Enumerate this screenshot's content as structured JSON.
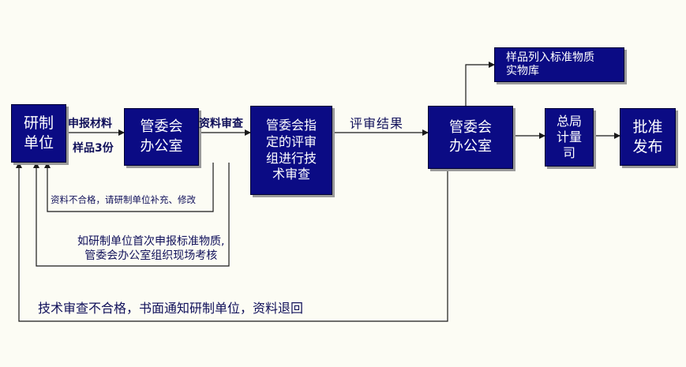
{
  "colors": {
    "box_fill": "#0b0b84",
    "box_text": "#ffffff",
    "line": "#1a1a1a",
    "label_text": "#10105a",
    "background": "#fcfcf4"
  },
  "nodes": {
    "research_unit": "研制\n单位",
    "committee_office_1": "管委会\n办公室",
    "review_group": "管委会指\n定的评审\n组进行技\n术审查",
    "committee_office_2": "管委会\n办公室",
    "bureau_dept": "总局\n计量\n司",
    "approve_publish": "批准\n发布",
    "reference_library": "样品列入标准物质\n实物库"
  },
  "edge_labels": {
    "submit_materials": "申报材料",
    "samples": "样品3份",
    "material_review": "资料审查",
    "review_result": "评审结果",
    "materials_fail": "资料不合格，请研制单位补充、修改",
    "first_time_inspection": "如研制单位首次申报标准物质,\n管委会办公室组织现场考核",
    "tech_fail_return": "技术审查不合格，书面通知研制单位，资料退回"
  }
}
